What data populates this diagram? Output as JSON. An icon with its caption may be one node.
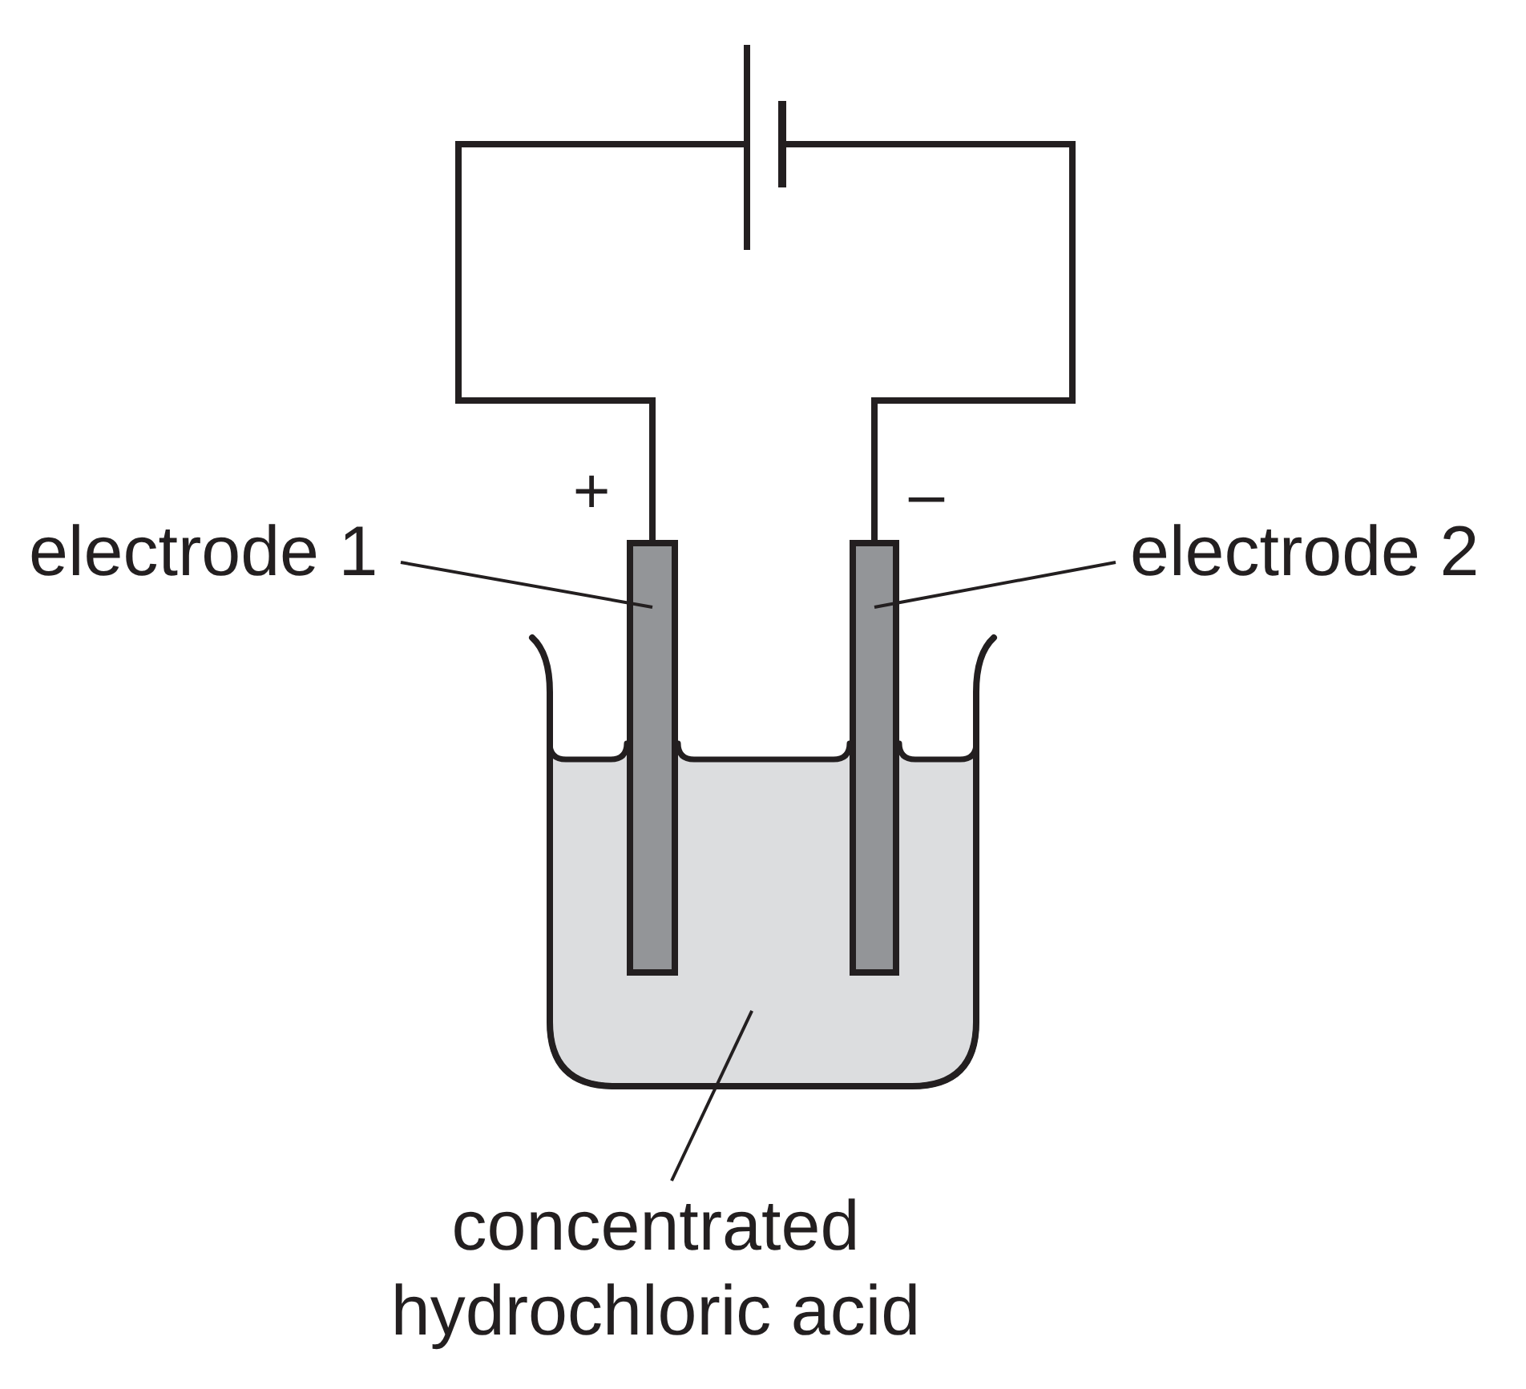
{
  "diagram": {
    "nodes": [
      {
        "text": [],
        "shape": "battery"
      },
      {
        "text": [
          "electrode 1"
        ]
      },
      {
        "text": [],
        "shape": "bar"
      },
      {
        "text": [
          "electrode 2"
        ]
      },
      {
        "text": [],
        "shape": "bar"
      },
      {
        "text": [
          "concentrated hydrochloric acid"
        ]
      },
      {
        "text": [],
        "shape": "box"
      }
    ],
    "edges": [
      {
        "from": 0,
        "to": 2,
        "arrow": "none",
        "style": "thick"
      },
      {
        "from": 0,
        "to": 4,
        "arrow": "none",
        "style": "thick"
      },
      {
        "from": 1,
        "to": 2,
        "arrow": "none"
      },
      {
        "from": 3,
        "to": 4,
        "arrow": "none"
      },
      {
        "from": 5,
        "to": 6,
        "arrow": "none"
      }
    ],
    "labels": [
      "+",
      "–"
    ]
  }
}
